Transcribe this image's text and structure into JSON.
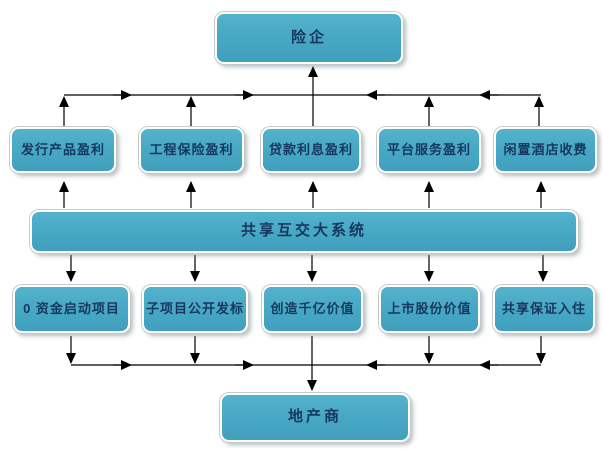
{
  "diagram": {
    "top": {
      "label": "险企"
    },
    "profit_row": [
      {
        "label": "发行产品盈利"
      },
      {
        "label": "工程保险盈利"
      },
      {
        "label": "贷款利息盈利"
      },
      {
        "label": "平台服务盈利"
      },
      {
        "label": "闲置酒店收费"
      }
    ],
    "system": {
      "label": "共享互交大系统"
    },
    "value_row": [
      {
        "label": "0 资金启动项目"
      },
      {
        "label": "子项目公开发标"
      },
      {
        "label": "创造千亿价值"
      },
      {
        "label": "上市股份价值"
      },
      {
        "label": "共享保证入住"
      }
    ],
    "bottom": {
      "label": "地产商"
    },
    "colors": {
      "node_fill": "#46a7c4",
      "node_fill_light": "#54b3cc",
      "node_fill_dark": "#419fbd",
      "node_border": "#ffffff",
      "node_text": "#17375e",
      "arrow": "#000000",
      "background": "#ffffff"
    }
  }
}
